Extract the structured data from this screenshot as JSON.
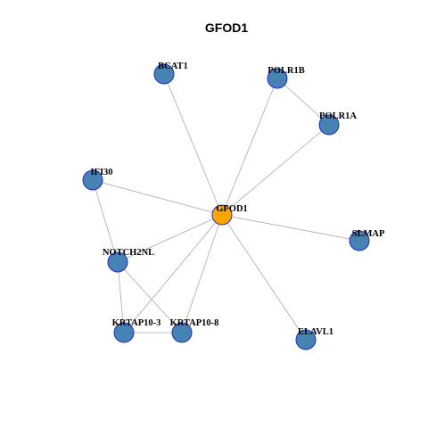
{
  "title": "GFOD1",
  "colors": {
    "center_node": "#FFA500",
    "node": "#4682B4",
    "node_border": "#1F2FBF",
    "edge": "#A9A9A9"
  },
  "nodes": [
    {
      "id": "GFOD1",
      "label": "GFOD1",
      "role": "center"
    },
    {
      "id": "BCAT1",
      "label": "BCAT1",
      "role": "neighbor"
    },
    {
      "id": "POLR1B",
      "label": "POLR1B",
      "role": "neighbor"
    },
    {
      "id": "POLR1A",
      "label": "POLR1A",
      "role": "neighbor"
    },
    {
      "id": "IFI30",
      "label": "IFI30",
      "role": "neighbor"
    },
    {
      "id": "SLMAP",
      "label": "SLMAP",
      "role": "neighbor"
    },
    {
      "id": "NOTCH2NL",
      "label": "NOTCH2NL",
      "role": "neighbor"
    },
    {
      "id": "KRTAP10-3",
      "label": "KRTAP10-3",
      "role": "neighbor"
    },
    {
      "id": "KRTAP10-8",
      "label": "KRTAP10-8",
      "role": "neighbor"
    },
    {
      "id": "ELAVL1",
      "label": "ELAVL1",
      "role": "neighbor"
    }
  ],
  "edges": [
    [
      "GFOD1",
      "BCAT1"
    ],
    [
      "GFOD1",
      "POLR1B"
    ],
    [
      "GFOD1",
      "POLR1A"
    ],
    [
      "POLR1B",
      "POLR1A"
    ],
    [
      "GFOD1",
      "IFI30"
    ],
    [
      "GFOD1",
      "SLMAP"
    ],
    [
      "GFOD1",
      "NOTCH2NL"
    ],
    [
      "GFOD1",
      "KRTAP10-3"
    ],
    [
      "GFOD1",
      "KRTAP10-8"
    ],
    [
      "GFOD1",
      "ELAVL1"
    ],
    [
      "IFI30",
      "NOTCH2NL"
    ],
    [
      "NOTCH2NL",
      "KRTAP10-3"
    ],
    [
      "NOTCH2NL",
      "KRTAP10-8"
    ],
    [
      "KRTAP10-3",
      "KRTAP10-8"
    ]
  ]
}
